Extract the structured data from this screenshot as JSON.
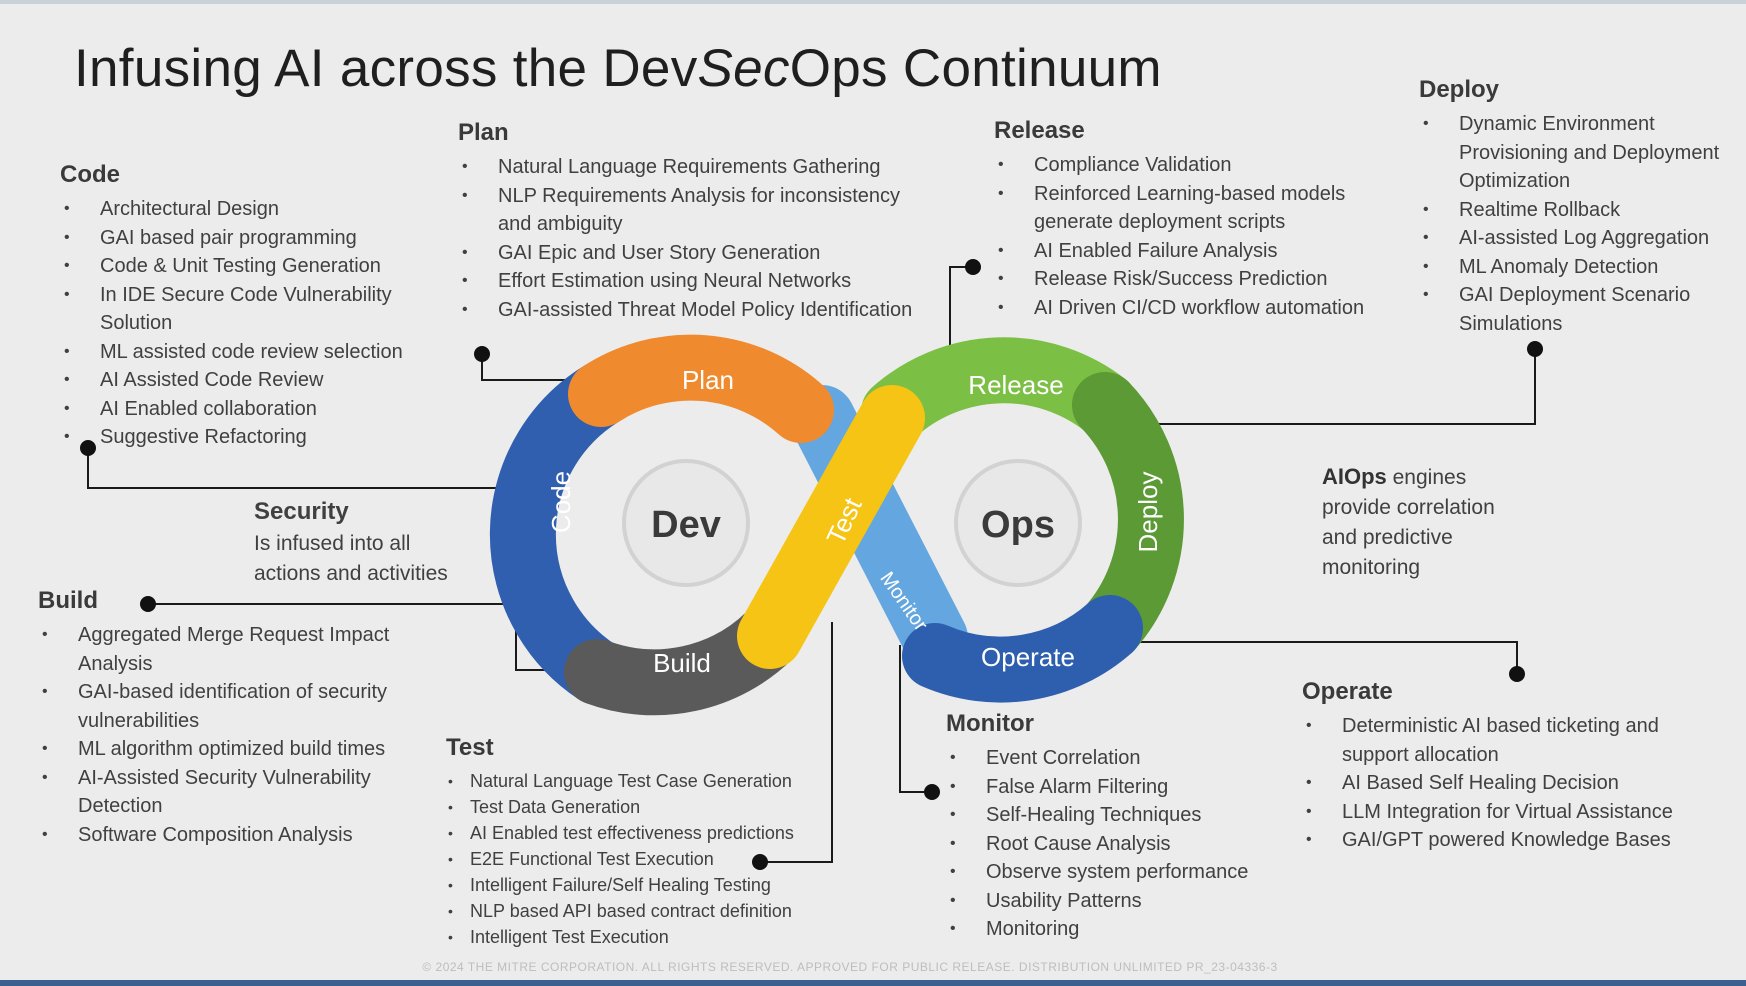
{
  "title": {
    "part1": "Infusing AI across the Dev",
    "part2": "Sec",
    "part3": "Ops Continuum"
  },
  "sections": {
    "code": {
      "heading": "Code",
      "items": [
        "Architectural Design",
        "GAI based pair programming",
        "Code & Unit Testing Generation",
        "In IDE Secure Code Vulnerability Solution",
        "ML assisted code review selection",
        "AI Assisted Code Review",
        "AI Enabled collaboration",
        "Suggestive Refactoring"
      ]
    },
    "plan": {
      "heading": "Plan",
      "items": [
        "Natural Language Requirements Gathering",
        "NLP Requirements Analysis for inconsistency and ambiguity",
        "GAI Epic and User Story Generation",
        "Effort Estimation using Neural Networks",
        "GAI-assisted Threat Model Policy Identification"
      ]
    },
    "release": {
      "heading": "Release",
      "items": [
        "Compliance Validation",
        "Reinforced Learning-based models generate deployment scripts",
        "AI Enabled Failure Analysis",
        "Release Risk/Success Prediction",
        "AI Driven CI/CD workflow automation"
      ]
    },
    "deploy": {
      "heading": "Deploy",
      "items": [
        "Dynamic Environment Provisioning and Deployment Optimization",
        "Realtime Rollback",
        "AI-assisted Log Aggregation",
        "ML Anomaly Detection",
        "GAI Deployment Scenario Simulations"
      ]
    },
    "build": {
      "heading": "Build",
      "items": [
        "Aggregated Merge Request Impact Analysis",
        "GAI-based identification of security vulnerabilities",
        "ML algorithm optimized build times",
        "AI-Assisted Security Vulnerability Detection",
        "Software Composition Analysis"
      ]
    },
    "test": {
      "heading": "Test",
      "items": [
        "Natural Language Test Case Generation",
        "Test Data Generation",
        "AI Enabled test effectiveness predictions",
        "E2E Functional Test Execution",
        "Intelligent Failure/Self Healing Testing",
        "NLP based API based contract definition",
        "Intelligent Test Execution"
      ]
    },
    "monitor": {
      "heading": "Monitor",
      "items": [
        "Event Correlation",
        "False Alarm Filtering",
        "Self-Healing Techniques",
        "Root Cause Analysis",
        "Observe system performance",
        "Usability Patterns",
        "Monitoring"
      ]
    },
    "operate": {
      "heading": "Operate",
      "items": [
        "Deterministic AI based ticketing and support allocation",
        "AI Based Self Healing Decision",
        "LLM Integration for Virtual Assistance",
        "GAI/GPT powered Knowledge Bases"
      ]
    }
  },
  "security": {
    "title": "Security",
    "line1": "Is infused into all",
    "line2": "actions and activities"
  },
  "aiops": {
    "bold": "AIOps",
    "rest1": " engines",
    "line2": "provide correlation",
    "line3": "and predictive",
    "line4": "monitoring"
  },
  "loop": {
    "dev": "Dev",
    "ops": "Ops",
    "plan": "Plan",
    "code": "Code",
    "build": "Build",
    "test": "Test",
    "release": "Release",
    "deploy": "Deploy",
    "operate": "Operate",
    "monitor": "Monitor"
  },
  "colors": {
    "plan": "#f08a2f",
    "code": "#2f5fae",
    "build": "#5a5a5a",
    "test": "#f5c414",
    "release": "#7cbf45",
    "deploy": "#5b9a34",
    "operate": "#2d5fae",
    "monitor": "#64a6e0"
  },
  "copyright": "© 2024 THE MITRE CORPORATION. ALL RIGHTS RESERVED. APPROVED FOR PUBLIC RELEASE. DISTRIBUTION UNLIMITED PR_23-04336-3"
}
